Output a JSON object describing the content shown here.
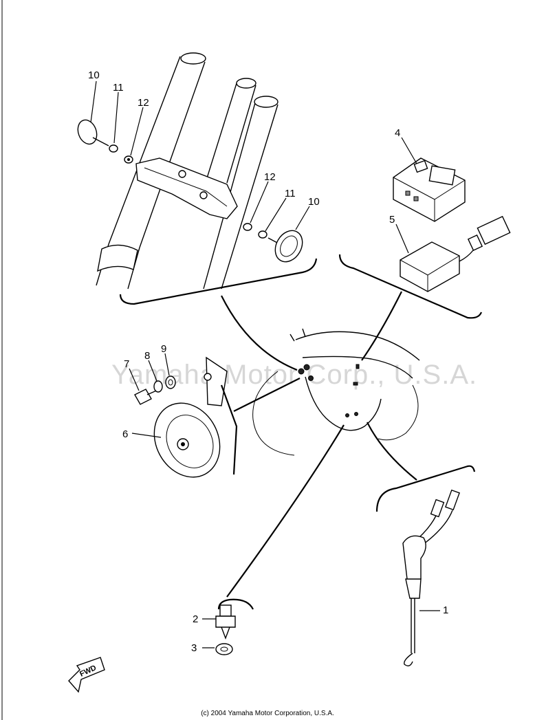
{
  "watermark": "Yamaha Motor Corp., U.S.A.",
  "copyright": "(c) 2004 Yamaha Motor Corporation, U.S.A.",
  "fwd_label": "FWD",
  "callouts": {
    "c10a": "10",
    "c11a": "11",
    "c12a": "12",
    "c12b": "12",
    "c11b": "11",
    "c10b": "10",
    "c4": "4",
    "c5": "5",
    "c7": "7",
    "c8": "8",
    "c9": "9",
    "c6": "6",
    "c2": "2",
    "c3": "3",
    "c1": "1"
  }
}
